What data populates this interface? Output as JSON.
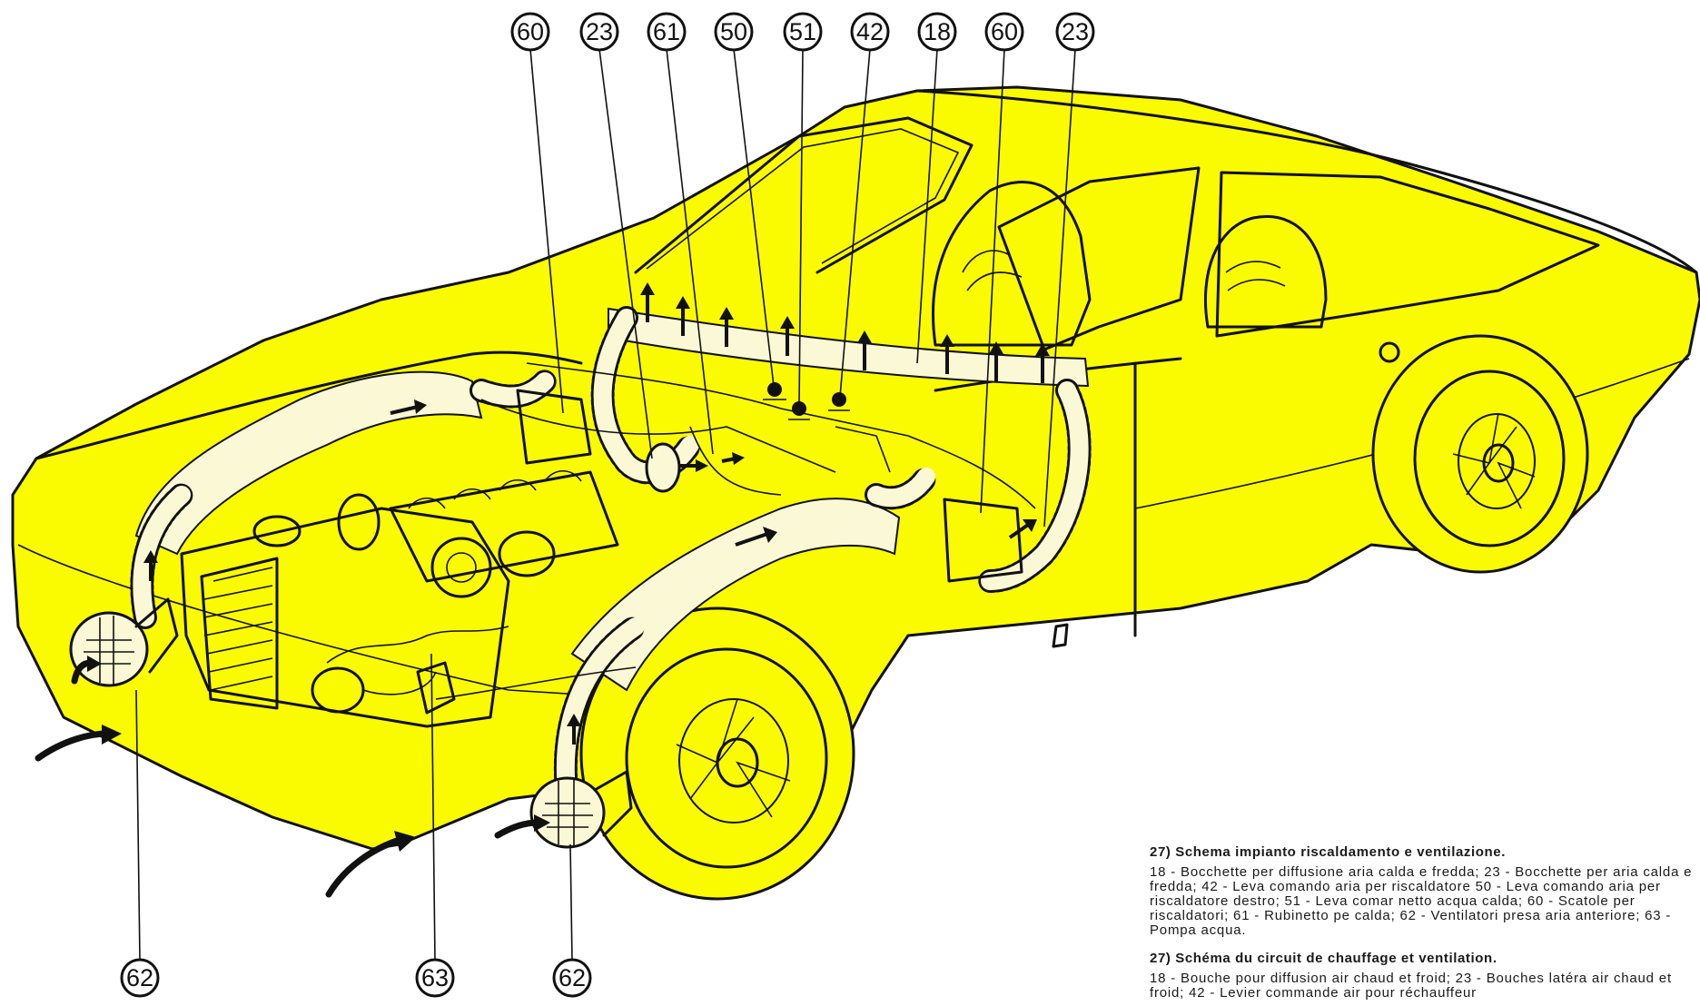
{
  "diagram": {
    "callouts_top": [
      "60",
      "23",
      "61",
      "50",
      "51",
      "42",
      "18",
      "60",
      "23"
    ],
    "callouts_bottom": [
      "62",
      "63",
      "62"
    ],
    "colors": {
      "car_body": "#fbfb00",
      "line": "#111111",
      "duct": "#fbf8d6"
    }
  },
  "caption": {
    "italian_title": "27) Schema impianto riscaldamento e ventilazione.",
    "italian_text": "18 - Bocchette per diffusione aria calda e fredda; 23 - Bocchette per aria calda e fredda; 42 - Leva comando aria per riscaldatore 50 - Leva comando aria per riscaldatore destro; 51 - Leva comar netto acqua calda; 60 - Scatole per riscaldatori; 61 - Rubinetto pe calda; 62 - Ventilatori presa aria anteriore; 63 - Pompa acqua.",
    "french_title": "27) Schéma du circuit de chauffage et ventilation.",
    "french_text": "18 - Bouche pour diffusion air chaud et froid; 23 - Bouches latéra air chaud et froid; 42 - Levier commande air pour réchauffeur"
  }
}
